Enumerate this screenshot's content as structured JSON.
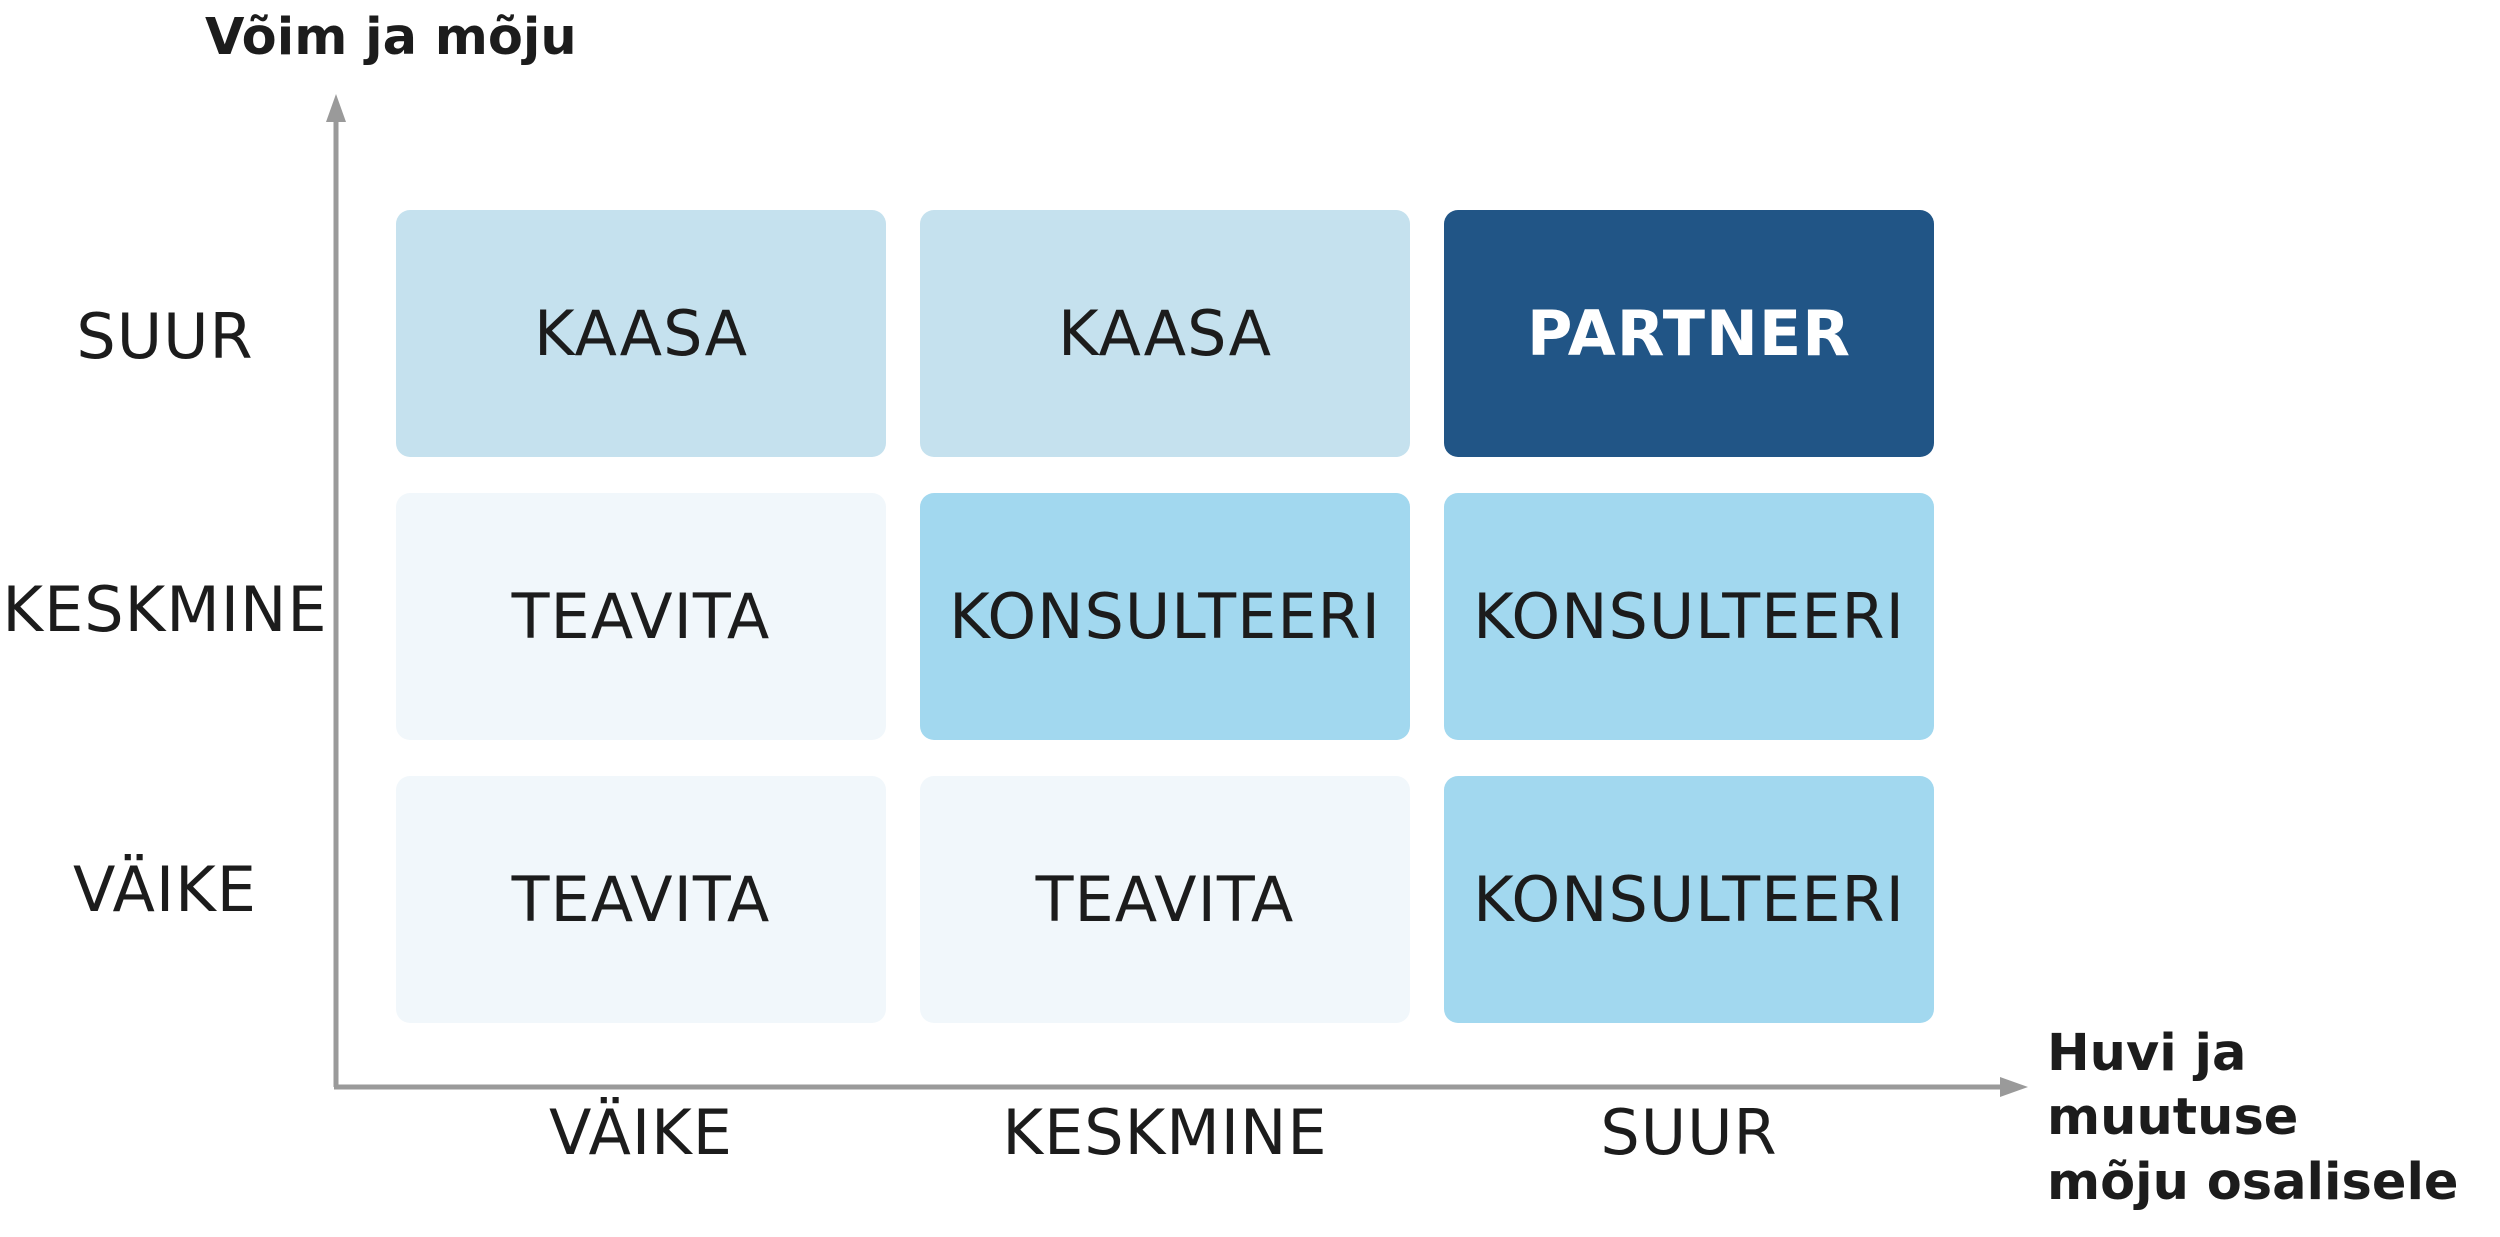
{
  "diagram": {
    "y_axis_title": "Võim ja mõju",
    "x_axis_title": "Huvi ja muutuse\nmõju osalisele",
    "row_labels": [
      "SUUR",
      "KESKMINE",
      "VÄIKE"
    ],
    "col_labels": [
      "VÄIKE",
      "KESKMINE",
      "SUUR"
    ],
    "cells": [
      [
        {
          "label": "KAASA",
          "fill": "#c5e1ee",
          "text_color": "#1c1c1c",
          "bold": false
        },
        {
          "label": "KAASA",
          "fill": "#c5e1ee",
          "text_color": "#1c1c1c",
          "bold": false
        },
        {
          "label": "PARTNER",
          "fill": "#215586",
          "text_color": "#ffffff",
          "bold": true
        }
      ],
      [
        {
          "label": "TEAVITA",
          "fill": "#f1f7fb",
          "text_color": "#1c1c1c",
          "bold": false
        },
        {
          "label": "KONSULTEERI",
          "fill": "#a2d8ef",
          "text_color": "#1c1c1c",
          "bold": false
        },
        {
          "label": "KONSULTEERI",
          "fill": "#a2d8ef",
          "text_color": "#1c1c1c",
          "bold": false
        }
      ],
      [
        {
          "label": "TEAVITA",
          "fill": "#f1f7fb",
          "text_color": "#1c1c1c",
          "bold": false
        },
        {
          "label": "TEAVITA",
          "fill": "#f1f7fb",
          "text_color": "#1c1c1c",
          "bold": false
        },
        {
          "label": "KONSULTEERI",
          "fill": "#a2d8ef",
          "text_color": "#1c1c1c",
          "bold": false
        }
      ]
    ],
    "axis_color": "#9a9a9a"
  }
}
